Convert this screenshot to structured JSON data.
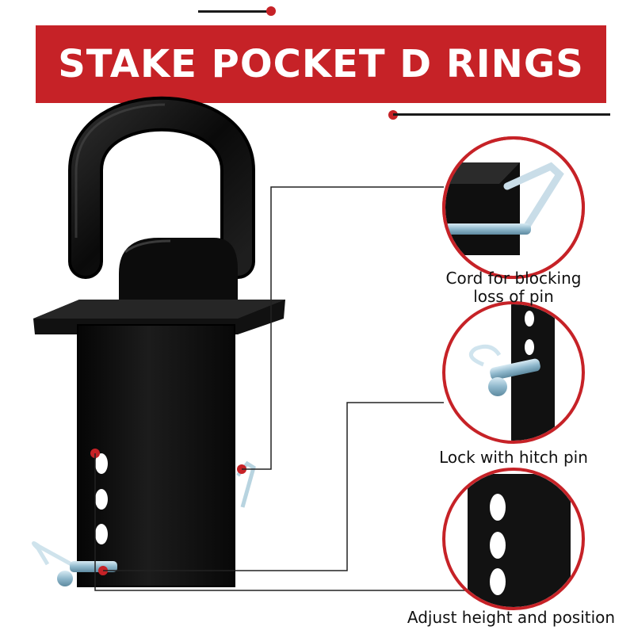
{
  "banner": {
    "title": "STAKE POCKET D RINGS"
  },
  "callouts": [
    {
      "line1": "Cord for blocking",
      "line2": "loss of pin"
    },
    {
      "line1": "Lock with hitch pin"
    },
    {
      "line1": "Adjust height and position"
    }
  ],
  "colors": {
    "accent": "#c62227",
    "product": "#0d0d0d",
    "pin_metal": "#9cc3d6",
    "background": "#ffffff"
  },
  "icons": [
    "stake-pocket-d-ring",
    "hitch-pin",
    "cord-pin-detail",
    "adjustment-holes-detail"
  ]
}
